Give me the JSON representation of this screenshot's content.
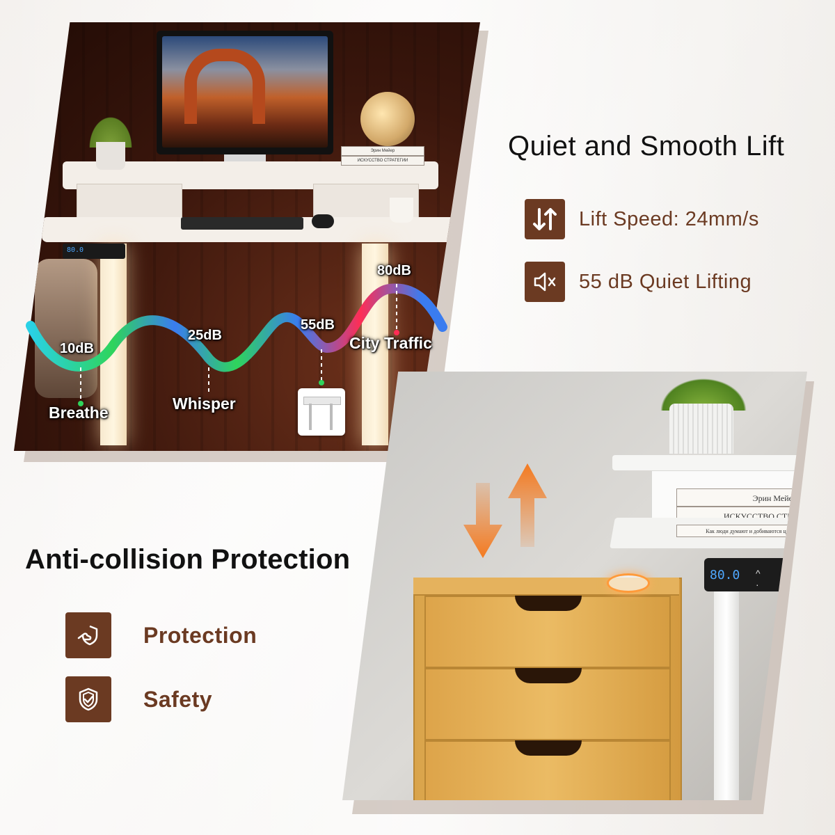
{
  "top_photo": {
    "wave_points": [
      {
        "db": "10dB",
        "name": "Breathe"
      },
      {
        "db": "25dB",
        "name": "Whisper"
      },
      {
        "db": "55dB",
        "name": ""
      },
      {
        "db": "80dB",
        "name": "City Traffic"
      }
    ],
    "desk_panel_digits": "80.0",
    "book_titles": [
      "Эрин Мейер",
      "ИСКУССТВО СТРАТЕГИИ"
    ]
  },
  "quiet_section": {
    "title": "Quiet and Smooth Lift",
    "features": [
      {
        "icon": "up-down-arrows-icon",
        "label": "Lift Speed: 24mm/s"
      },
      {
        "icon": "speaker-mute-icon",
        "label": "55 dB Quiet Lifting"
      }
    ]
  },
  "collision_section": {
    "title": "Anti-collision Protection",
    "features": [
      {
        "icon": "shield-hand-icon",
        "label": "Protection"
      },
      {
        "icon": "shield-check-icon",
        "label": "Safety"
      }
    ]
  },
  "bottom_photo": {
    "control_digits": "80.0",
    "control_buttons": "^ ˅ ·",
    "book_titles": [
      "Эрин Мейер",
      "ИСКУССТВО СТРА",
      "Как люди думают и добиваются целей"
    ]
  },
  "colors": {
    "brown_accent": "#6b3a22",
    "orange_arrow": "#f47a20",
    "wave_gradient": [
      "#2ad1e6",
      "#3a7cf0",
      "#2fd45c",
      "#ff2d55"
    ]
  }
}
